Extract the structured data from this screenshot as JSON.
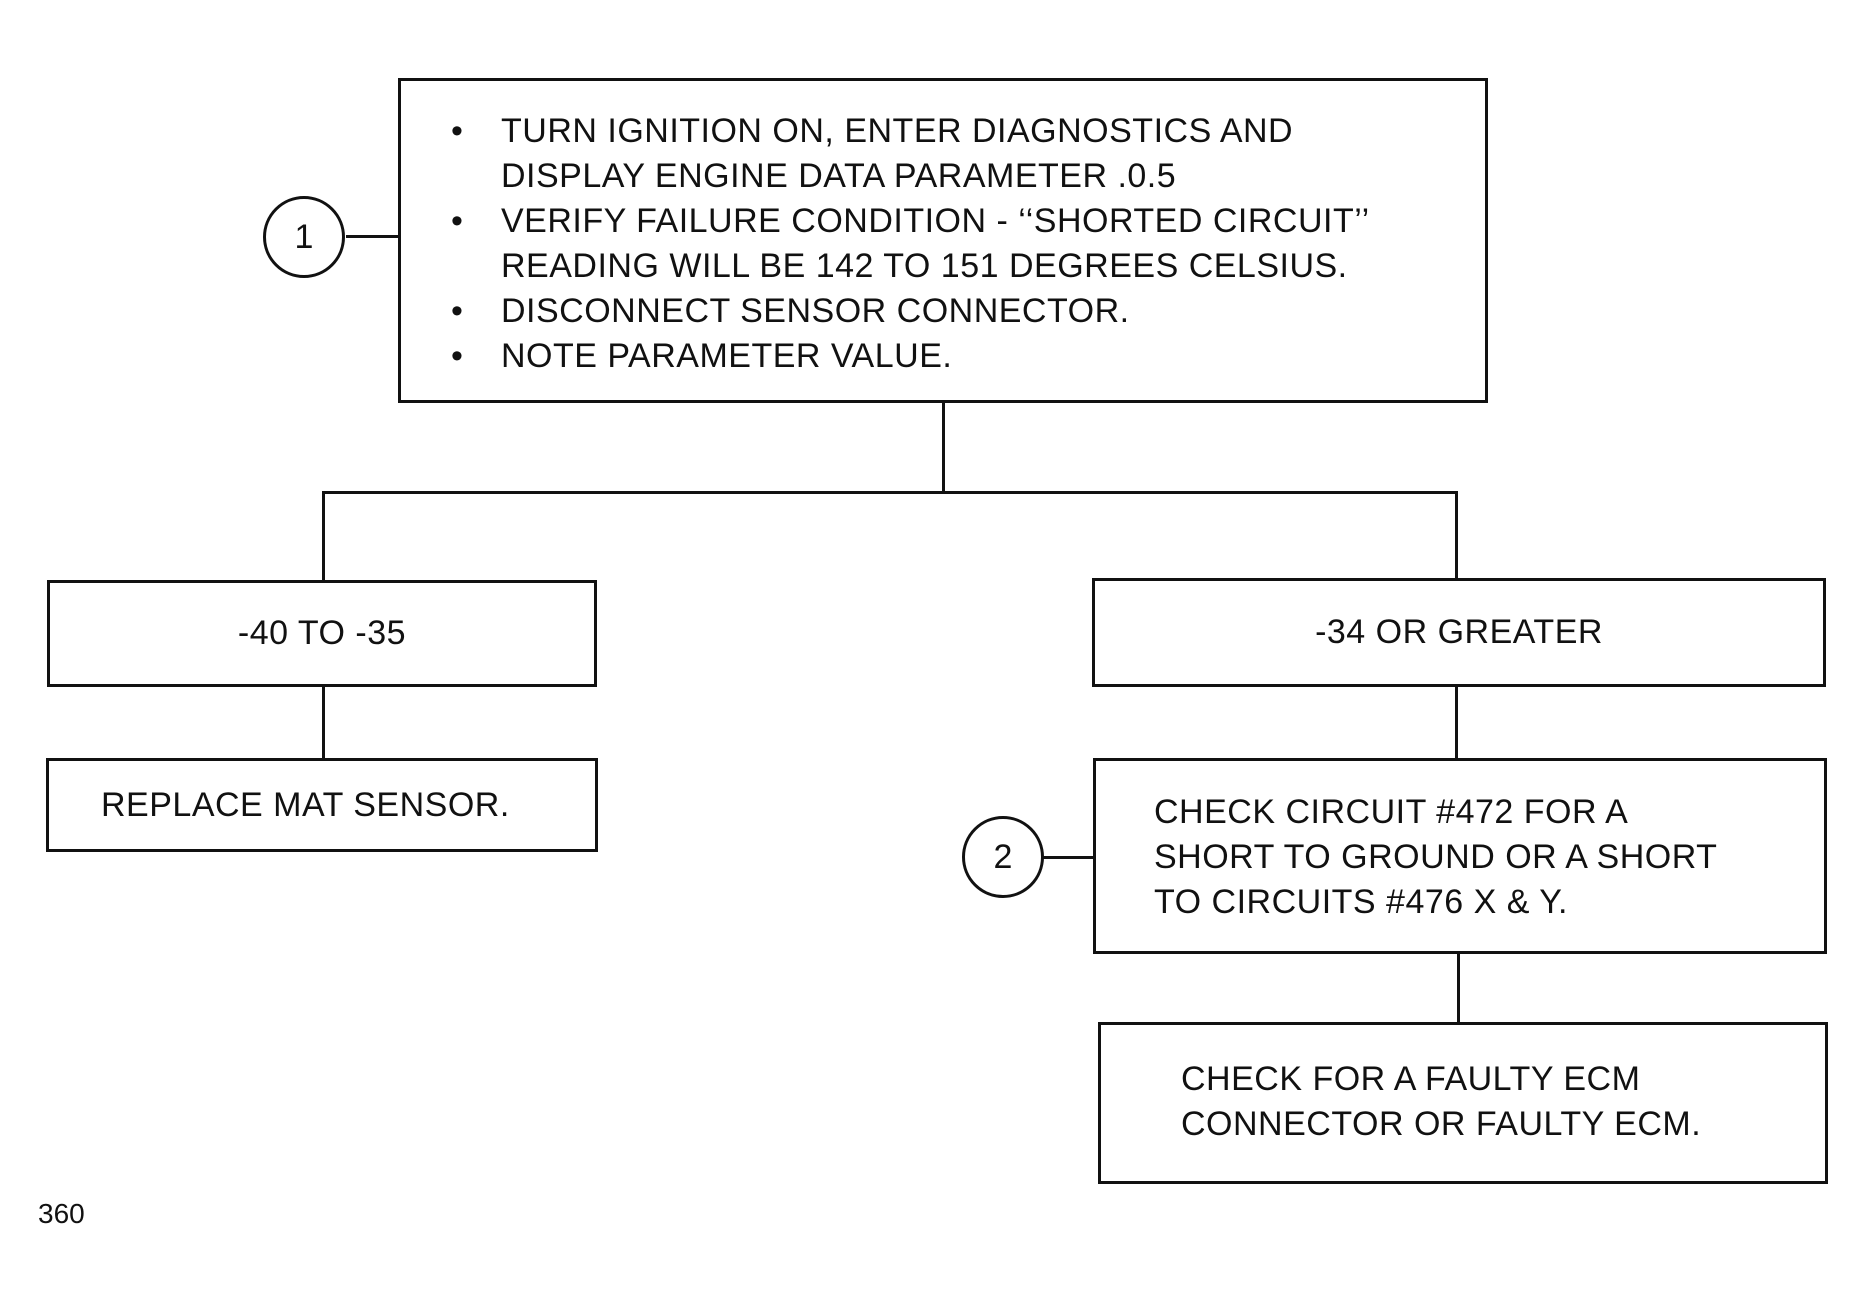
{
  "start_box": {
    "step_number": "1",
    "items": [
      {
        "lines": [
          "TURN IGNITION ON, ENTER DIAGNOSTICS AND",
          "DISPLAY ENGINE DATA PARAMETER .0.5"
        ]
      },
      {
        "lines": [
          "VERIFY FAILURE CONDITION - ‘‘SHORTED CIRCUIT’’",
          "READING WILL BE 142 TO 151 DEGREES CELSIUS."
        ]
      },
      {
        "lines": [
          "DISCONNECT SENSOR CONNECTOR."
        ]
      },
      {
        "lines": [
          "NOTE PARAMETER VALUE."
        ]
      }
    ]
  },
  "left_branch": {
    "condition": "-40 TO -35",
    "action": "REPLACE MAT SENSOR."
  },
  "right_branch": {
    "condition": "-34 OR GREATER",
    "step_number": "2",
    "check_lines": [
      "CHECK CIRCUIT #472 FOR A",
      "SHORT TO GROUND OR A SHORT",
      "TO CIRCUITS #476 X & Y."
    ],
    "final_lines": [
      "CHECK FOR A FAULTY ECM",
      "CONNECTOR OR FAULTY ECM."
    ]
  },
  "page_number": "360"
}
